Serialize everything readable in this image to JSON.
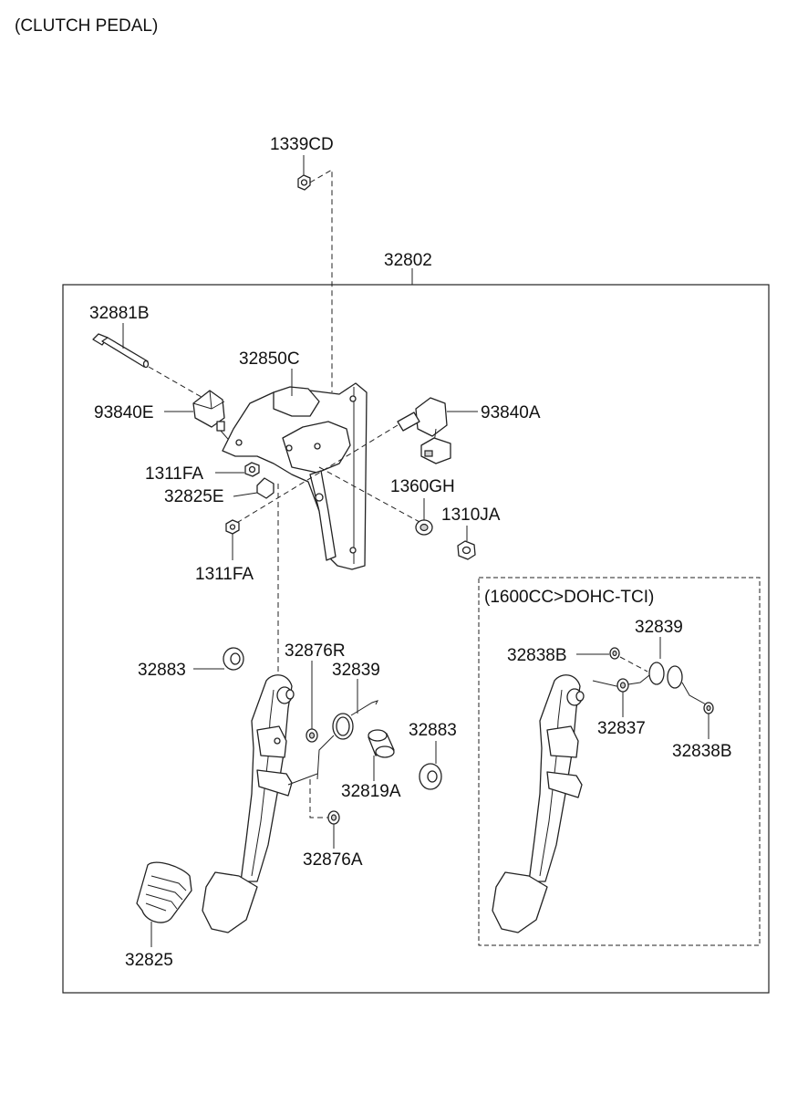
{
  "title": "(CLUTCH PEDAL)",
  "inset_title": "(1600CC>DOHC-TCI)",
  "parts": {
    "p1339CD": "1339CD",
    "p32802": "32802",
    "p32881B": "32881B",
    "p32850C": "32850C",
    "p93840E": "93840E",
    "p93840A": "93840A",
    "p1311FA_a": "1311FA",
    "p32825E": "32825E",
    "p1360GH": "1360GH",
    "p1310JA": "1310JA",
    "p1311FA_b": "1311FA",
    "p32883_a": "32883",
    "p32876R": "32876R",
    "p32839_a": "32839",
    "p32883_b": "32883",
    "p32819A": "32819A",
    "p32876A": "32876A",
    "p32825": "32825",
    "p32839_b": "32839",
    "p32838B_a": "32838B",
    "p32837": "32837",
    "p32838B_b": "32838B"
  }
}
